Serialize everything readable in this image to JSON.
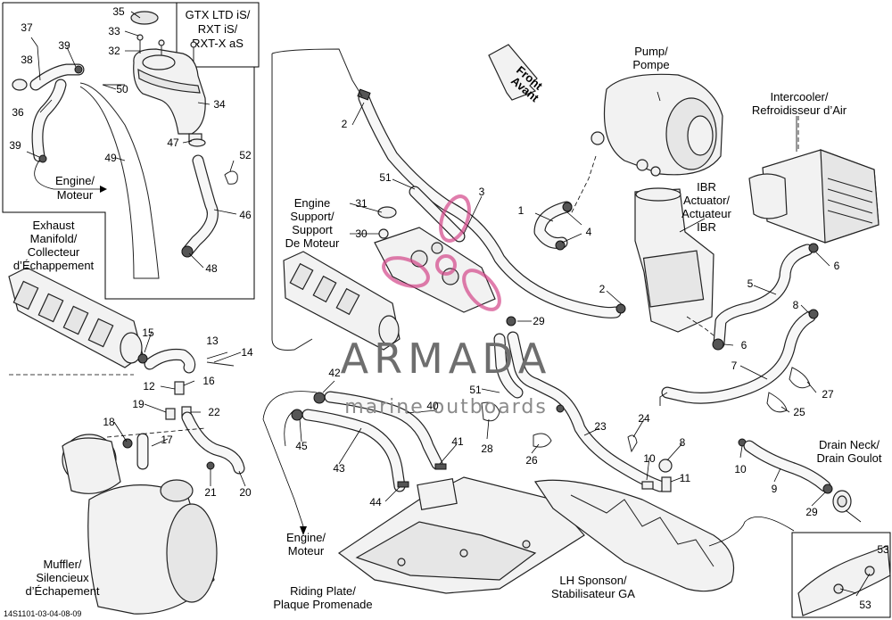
{
  "labels": {
    "gtx": [
      "GTX LTD iS/",
      "RXT iS/",
      "RXT-X aS"
    ],
    "engine_moteur": [
      "Engine/",
      "Moteur"
    ],
    "exhaust_manifold": [
      "Exhaust",
      "Manifold/",
      "Collecteur",
      "d’Échappement"
    ],
    "muffler": [
      "Muffler/",
      "Silencieux",
      "d’Échapement"
    ],
    "engine_support": [
      "Engine",
      "Support/",
      "Support",
      "De Moteur"
    ],
    "front": [
      "Front",
      "Avant"
    ],
    "pump": [
      "Pump/",
      "Pompe"
    ],
    "intercooler": [
      "Intercooler/",
      "Refroidisseur d’Air"
    ],
    "ibr": [
      "IBR",
      "Actuator/",
      "Actuateur",
      "IBR"
    ],
    "drain_neck": [
      "Drain Neck/",
      "Drain Goulot"
    ],
    "riding_plate": [
      "Riding Plate/",
      "Plaque Promenade"
    ],
    "lh_sponson": [
      "LH Sponson/",
      "Stabilisateur GA"
    ],
    "engine_moteur_2": [
      "Engine/",
      "Moteur"
    ]
  },
  "watermark": {
    "brand": "ARMADA",
    "tagline": "marine outboards"
  },
  "doc_code": "14S1101-03-04-08-09",
  "callouts": {
    "c1": "1",
    "c2a": "2",
    "c2b": "2",
    "c3": "3",
    "c4": "4",
    "c5": "5",
    "c6a": "6",
    "c6b": "6",
    "c7": "7",
    "c8a": "8",
    "c8b": "8",
    "c9": "9",
    "c10a": "10",
    "c10b": "10",
    "c11": "11",
    "c12": "12",
    "c13": "13",
    "c14": "14",
    "c15": "15",
    "c16": "16",
    "c17": "17",
    "c18": "18",
    "c19": "19",
    "c20": "20",
    "c21": "21",
    "c22": "22",
    "c23": "23",
    "c24": "24",
    "c25": "25",
    "c26": "26",
    "c27": "27",
    "c28": "28",
    "c29a": "29",
    "c29b": "29",
    "c30": "30",
    "c31": "31",
    "c32": "32",
    "c33": "33",
    "c34": "34",
    "c35": "35",
    "c36": "36",
    "c37": "37",
    "c38": "38",
    "c39a": "39",
    "c39b": "39",
    "c40": "40",
    "c41": "41",
    "c42": "42",
    "c43": "43",
    "c44": "44",
    "c45": "45",
    "c46": "46",
    "c47": "47",
    "c48": "48",
    "c49": "49",
    "c50": "50",
    "c51a": "51",
    "c51b": "51",
    "c52": "52",
    "c53a": "53",
    "c53b": "53"
  }
}
